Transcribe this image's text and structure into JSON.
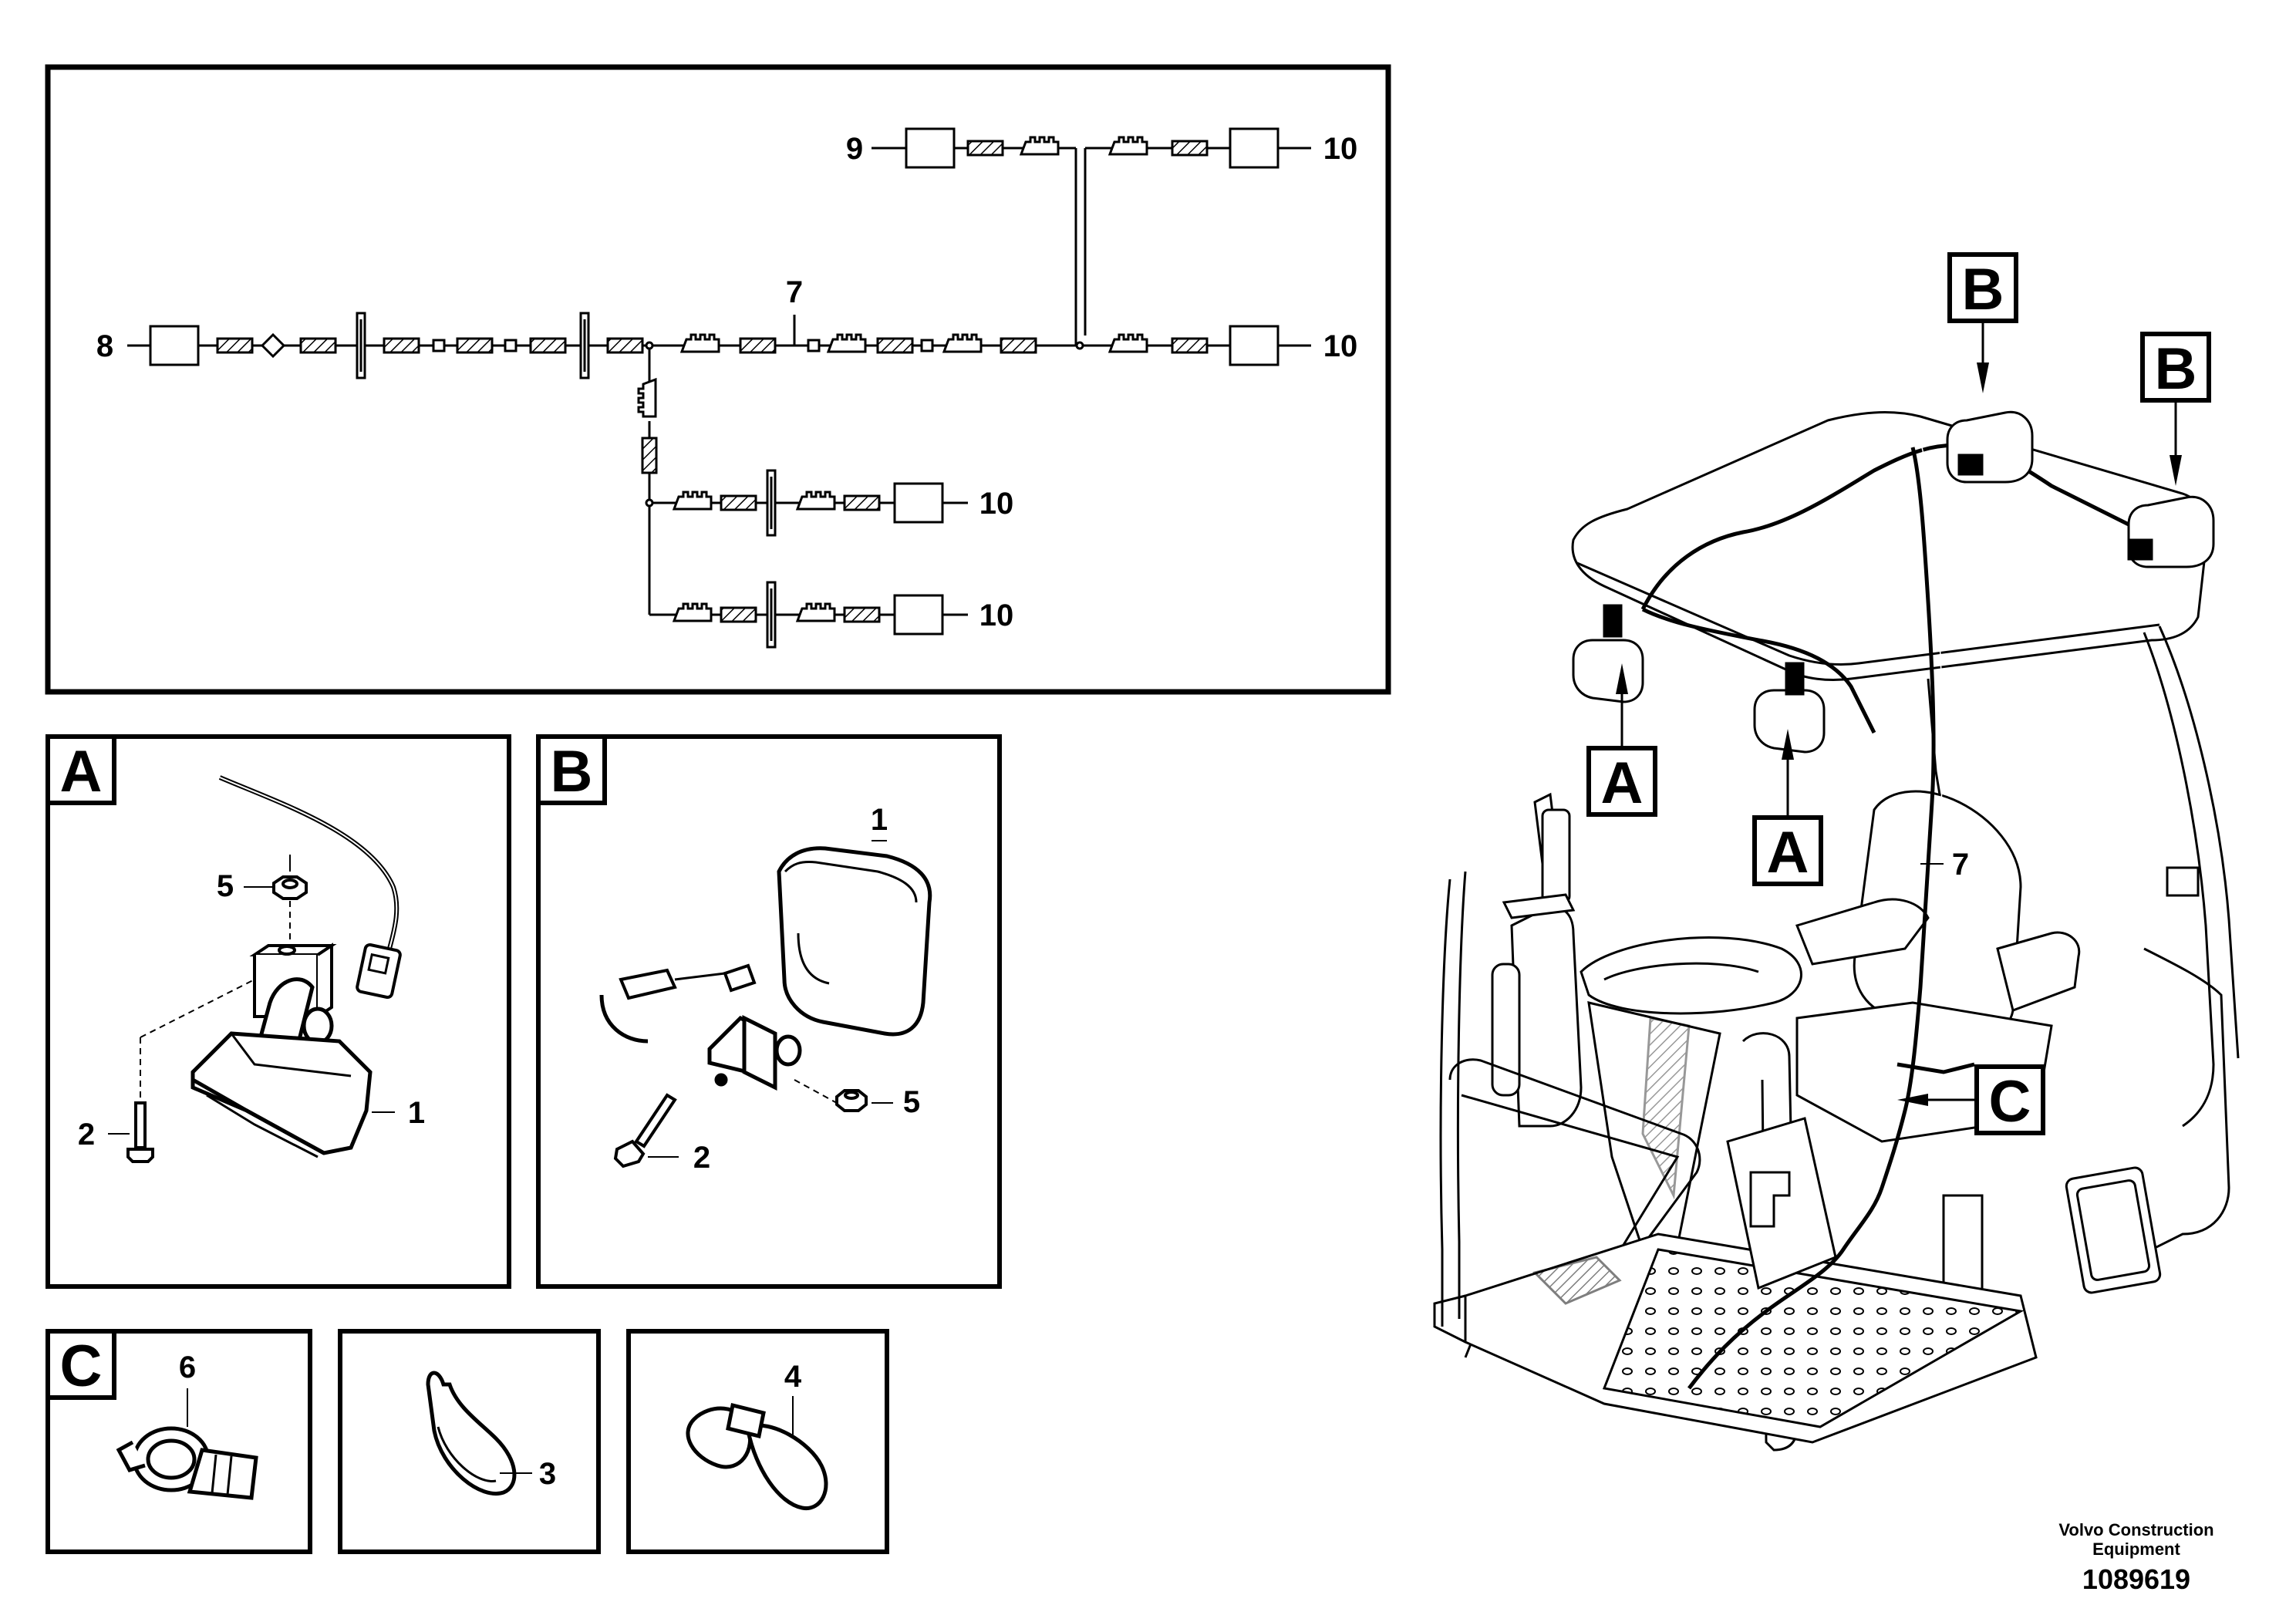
{
  "callouts": {
    "n1": "1",
    "n2": "2",
    "n3": "3",
    "n4": "4",
    "n5": "5",
    "n6": "6",
    "n7": "7",
    "n8": "8",
    "n9": "9",
    "n10": "10"
  },
  "views": {
    "a": "A",
    "b": "B",
    "c": "C"
  },
  "footer": {
    "company_line1": "Volvo Construction",
    "company_line2": "Equipment",
    "drawing_number": "1089619"
  }
}
